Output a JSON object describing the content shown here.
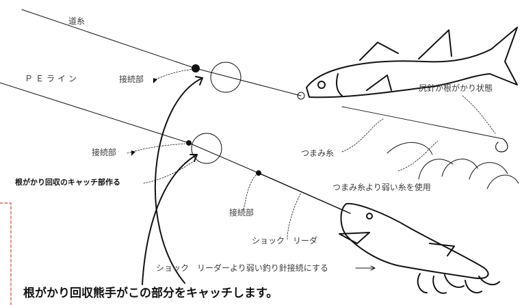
{
  "labels": {
    "main_line": "道糸",
    "pe_line": "ＰＥライン",
    "connection_1": "接続部",
    "hook_snag": "尻針が根がかり状態",
    "connection_2": "接続部",
    "pinch_line": "つまみ糸",
    "catch_point": "根がかり回収のキャッチ部作る",
    "pinch_line_weaker": "つまみ糸より弱い糸を使用",
    "connection_3": "接続部",
    "shock_leader": "ショック　リーダ",
    "hook_connection": "ショック　リーダーより弱い釣り針接続にする",
    "caption": "根がかり回収熊手がこの部分をキャッチします。"
  },
  "colors": {
    "ink": "#111111",
    "text": "#3a3a3a",
    "dashed_frame": "#d04a3a"
  },
  "icons": {
    "fish": "fish-illustration",
    "lure": "lure-fish-illustration",
    "hook": "treble-hook-icon"
  }
}
